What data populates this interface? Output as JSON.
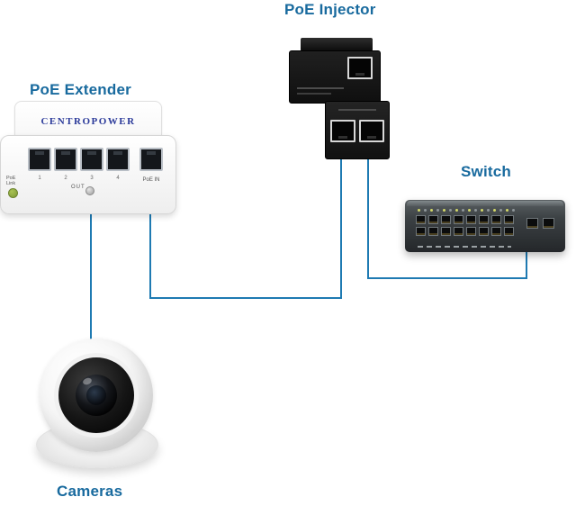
{
  "headings": {
    "extender": "PoE Extender",
    "injector": "PoE Injector",
    "switch": "Switch",
    "cameras": "Cameras"
  },
  "extender": {
    "brand": "CENTROPOWER",
    "poe_link_label": "PoE\nLink",
    "port_numbers": [
      "1",
      "2",
      "3",
      "4"
    ],
    "out_label": "OUT",
    "poe_in_label": "PoE IN",
    "out_port_count": 4,
    "poe_in_port_count": 1
  },
  "injector": {
    "upper_port_count": 1,
    "lower_port_count": 2
  },
  "switch": {
    "led_count": 16,
    "port_count": 16,
    "uplink_port_count": 2
  },
  "colors": {
    "cable": "#1e7ab2",
    "heading": "#186a9e",
    "brand_text": "#2b3a9a"
  }
}
